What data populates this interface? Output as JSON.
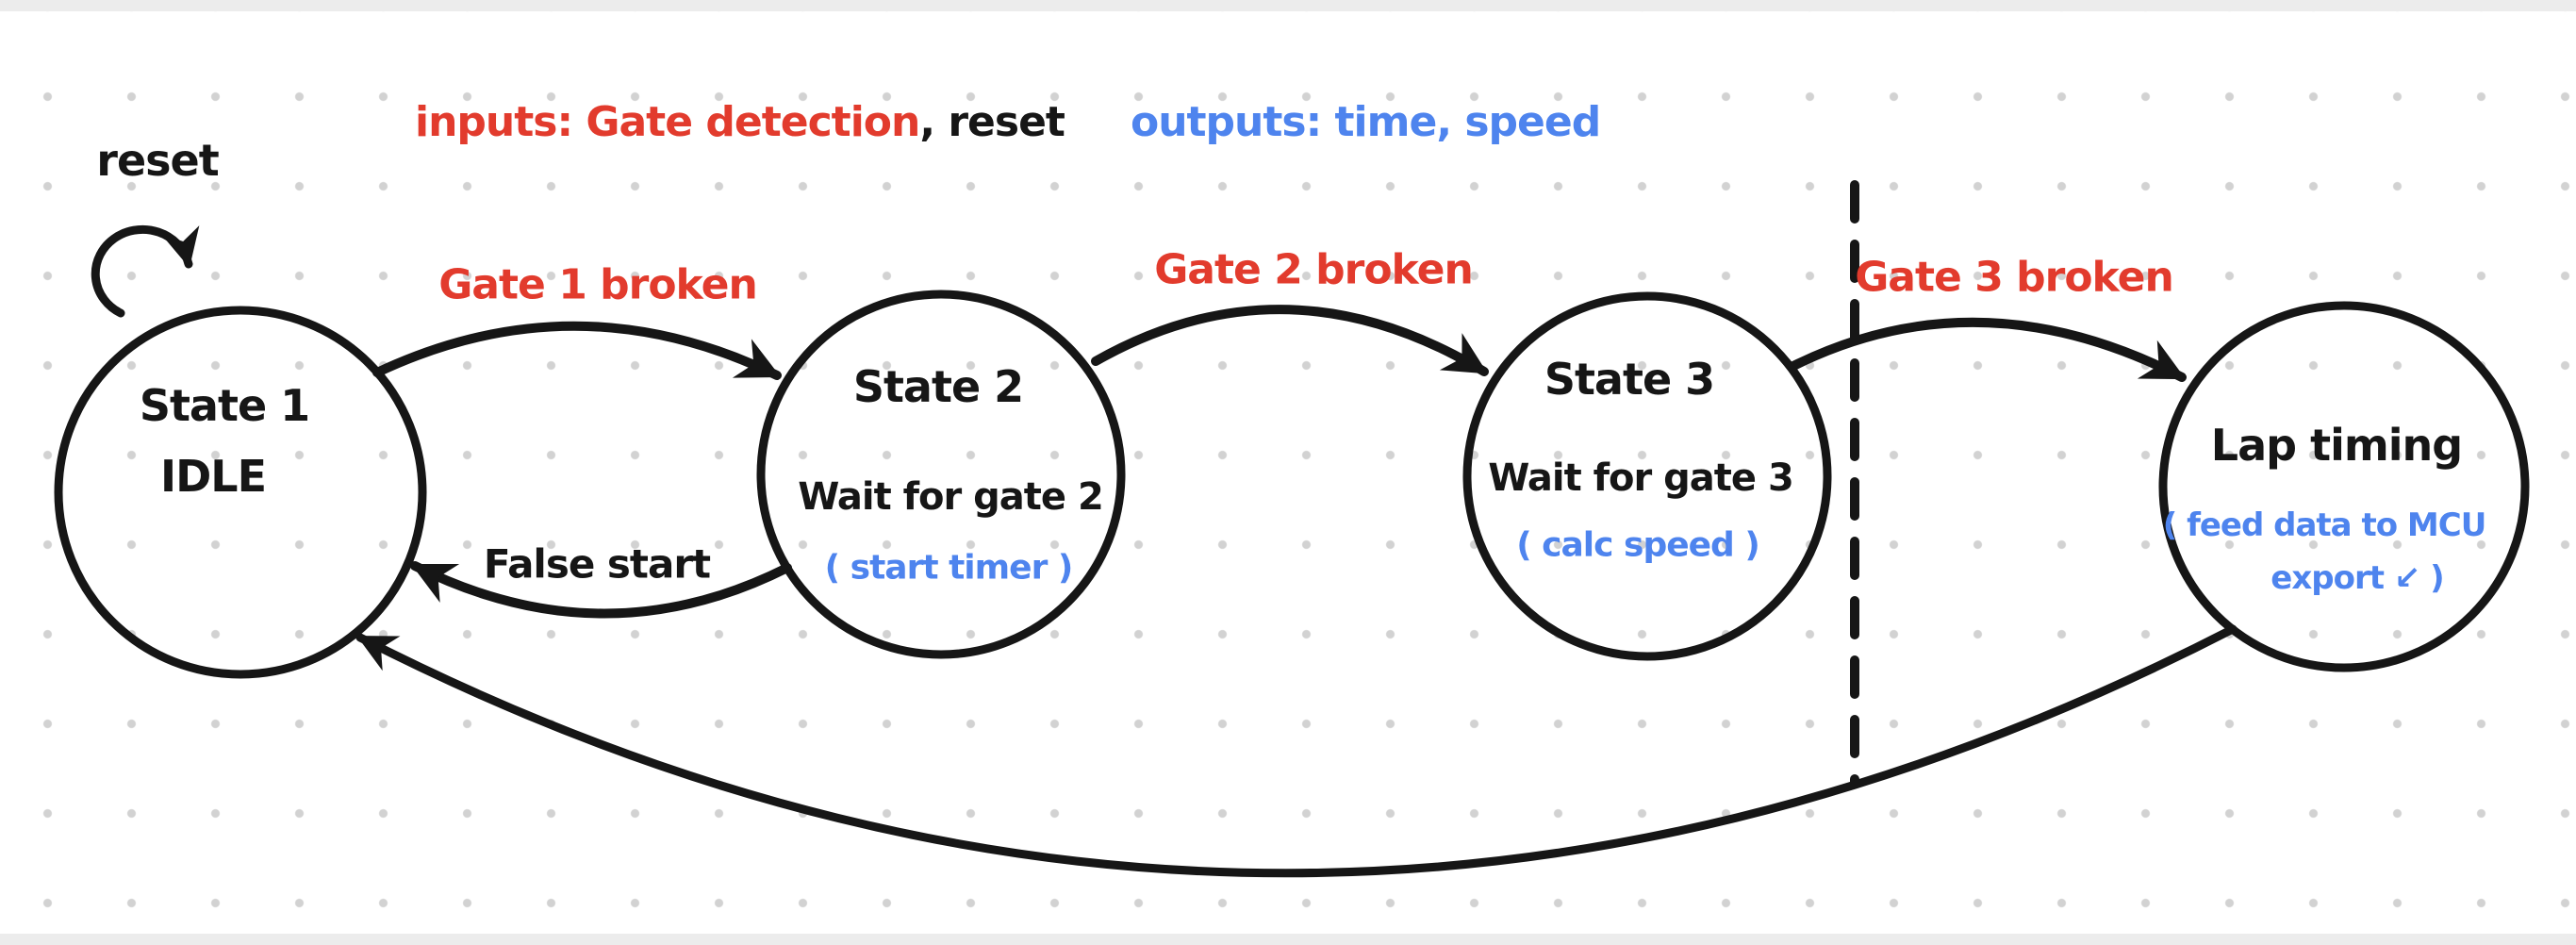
{
  "canvas": {
    "background": "#ffffff",
    "grid_dot_color": "#d2d2d2",
    "ink_color": "#161616",
    "red": "#e23b2d",
    "blue": "#4e84ee"
  },
  "header": {
    "inputs_label": "inputs: Gate detection",
    "inputs_suffix": ", reset",
    "outputs_label": "outputs: time, speed"
  },
  "self_loop": {
    "label": "reset"
  },
  "transitions": {
    "gate1": "Gate 1 broken",
    "false_start": "False start",
    "gate2": "Gate 2 broken",
    "gate3": "Gate 3 broken"
  },
  "states": {
    "state1": {
      "title": "State 1",
      "subtitle": "IDLE"
    },
    "state2": {
      "title": "State 2",
      "subtitle": "Wait for gate 2",
      "action": "( start timer )"
    },
    "state3": {
      "title": "State 3",
      "subtitle": "Wait for gate 3",
      "action": "( calc speed )"
    },
    "lap": {
      "title": "Lap timing",
      "action_line1": "( feed data to MCU",
      "action_line2": "export ↙ )"
    }
  }
}
